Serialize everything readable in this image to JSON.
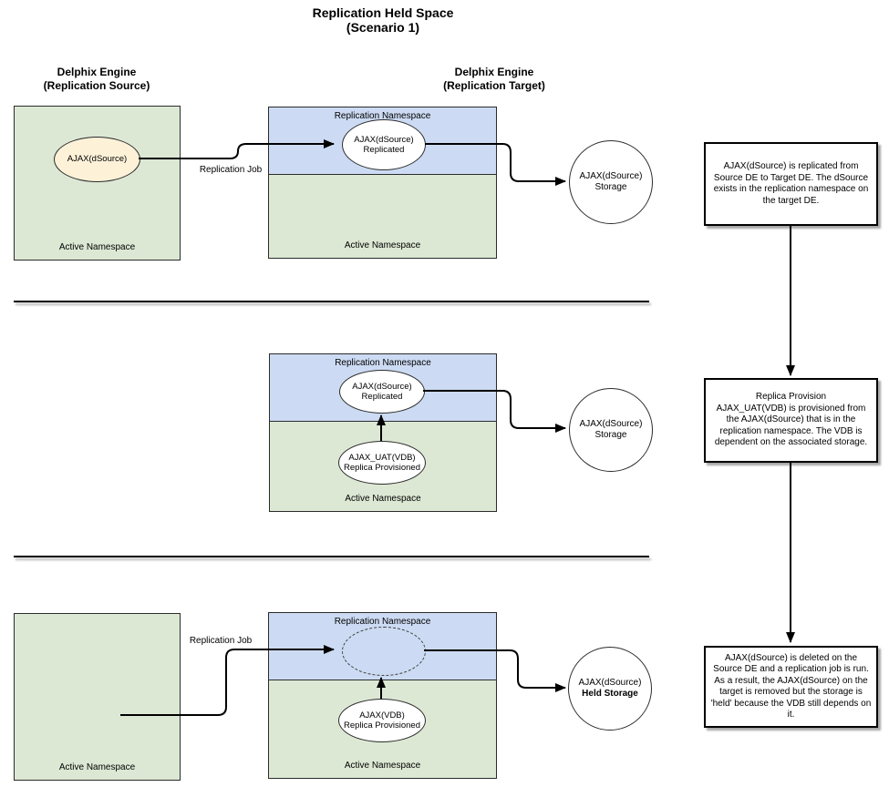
{
  "title": "Replication Held Space\n(Scenario 1)",
  "source_header": "Delphix Engine\n(Replication Source)",
  "target_header": "Delphix Engine\n(Replication Target)",
  "labels": {
    "replication_namespace": "Replication Namespace",
    "active_namespace": "Active Namespace",
    "replication_job": "Replication Job"
  },
  "colors": {
    "box_green": "#dce8d4",
    "box_blue": "#ccdbf3",
    "ellipse_cream": "#fdf2d8",
    "line": "#000000"
  },
  "row1": {
    "source_ellipse": "AJAX(dSource)",
    "target_ellipse": "AJAX(dSource)\nReplicated",
    "storage_circle": "AJAX(dSource)\nStorage",
    "note": "AJAX(dSource) is replicated from\nSource DE to Target DE.  The dSource\nexists in the replication namespace on\nthe target DE."
  },
  "row2": {
    "target_ellipse": "AJAX(dSource)\nReplicated",
    "vdb_ellipse": "AJAX_UAT(VDB)\nReplica Provisioned",
    "storage_circle": "AJAX(dSource)\nStorage",
    "note": "Replica Provision\nAJAX_UAT(VDB) is provisioned from\nthe AJAX(dSource) that is in the\nreplication namespace.  The VDB is\ndependent on the associated storage."
  },
  "row3": {
    "vdb_ellipse": "AJAX(VDB)\nReplica Provisioned",
    "storage_circle_line1": "AJAX(dSource)",
    "storage_circle_line2": "Held Storage",
    "note": "AJAX(dSource) is deleted on the\nSource DE and a replication job is run.\nAs a result, the AJAX(dSource) on the\ntarget is removed but the storage is\n'held' because the VDB still depends on\nit."
  }
}
